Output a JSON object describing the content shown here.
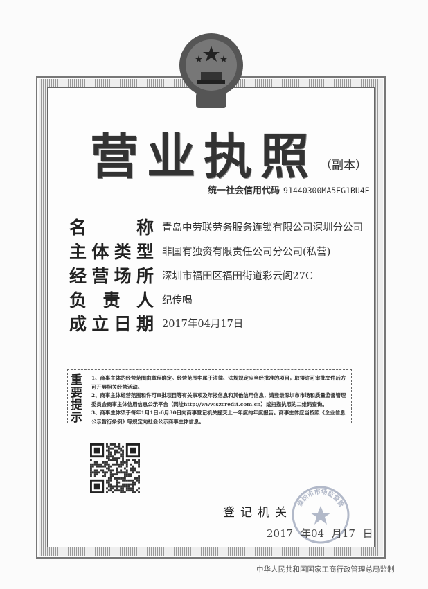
{
  "license": {
    "title": "营业执照",
    "subtitle": "（副本）",
    "credit_code_label": "统一社会信用代码",
    "credit_code": "91440300MA5EG1BU4E",
    "fields": [
      {
        "label": "名称",
        "value": "青岛中劳联劳务服务连锁有限公司深圳分公司"
      },
      {
        "label": "主体类型",
        "value": "非国有独资有限责任公司分公司(私营)"
      },
      {
        "label": "经营场所",
        "value": "深圳市福田区福田街道彩云阁27C"
      },
      {
        "label": "负责人",
        "value": "纪传喝"
      },
      {
        "label": "成立日期",
        "value": "2017年04月17日"
      }
    ]
  },
  "notice": {
    "heading": "重要提示",
    "items": [
      "1、商事主体的经营范围由章程确定。经营范围中属于法律、法规规定应当经批准的项目，取得许可审批文件后方可开展相关经营活动。",
      "2、商事主体经营范围和许可审批项目等有关事项及年报信息和其他信用信息，请登录深圳市市场和质量监督管理委员会商事主体信用信息公示平台（网址http://www.szcredit.com.cn）或扫描执照的二维码查询。",
      "3、商事主体须于每年1月1日-6月30日向商事登记机关提交上一年度的年度报告。商事主体应当按照《企业信息公示暂行条例》等规定向社会公示商事主体信息。"
    ]
  },
  "registration": {
    "authority_label": "登记机关",
    "date": "2017 年04 月17 日",
    "stamp_text": "深圳市市场监督管理局"
  },
  "footer": "中华人民共和国国家工商行政管理总局监制",
  "colors": {
    "stamp": "#9aa3b8",
    "ink": "#222222",
    "frame": "#777777"
  }
}
